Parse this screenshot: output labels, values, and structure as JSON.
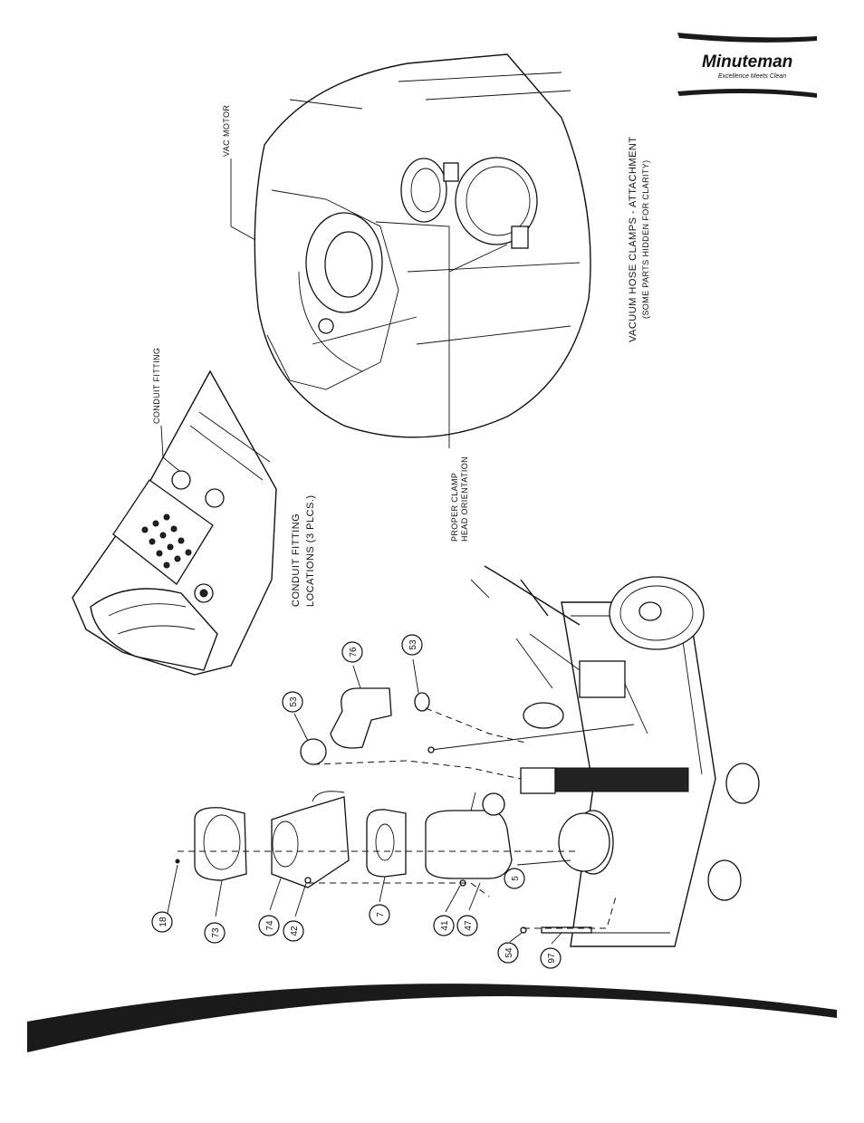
{
  "brand": {
    "name": "Minuteman",
    "tagline": "Excellence Meets Clean"
  },
  "labels": {
    "conduit_fitting": "CONDUIT FITTING",
    "conduit_locations_line1": "CONDUIT FITTING",
    "conduit_locations_line2": "LOCATIONS (3 PLCS.)",
    "vac_motor": "VAC MOTOR",
    "proper_clamp_line1": "PROPER CLAMP",
    "proper_clamp_line2": "HEAD ORIENTATION",
    "title_line1": "VACUUM HOSE CLAMPS - ATTACHMENT",
    "title_line2": "(SOME PARTS HIDDEN FOR CLARITY)"
  },
  "callouts": [
    "18",
    "73",
    "74",
    "42",
    "7",
    "41",
    "47",
    "54",
    "97",
    "5",
    "53",
    "76",
    "53"
  ],
  "colors": {
    "ink": "#111111",
    "swoosh": "#1a1a1a",
    "paper": "#ffffff"
  }
}
